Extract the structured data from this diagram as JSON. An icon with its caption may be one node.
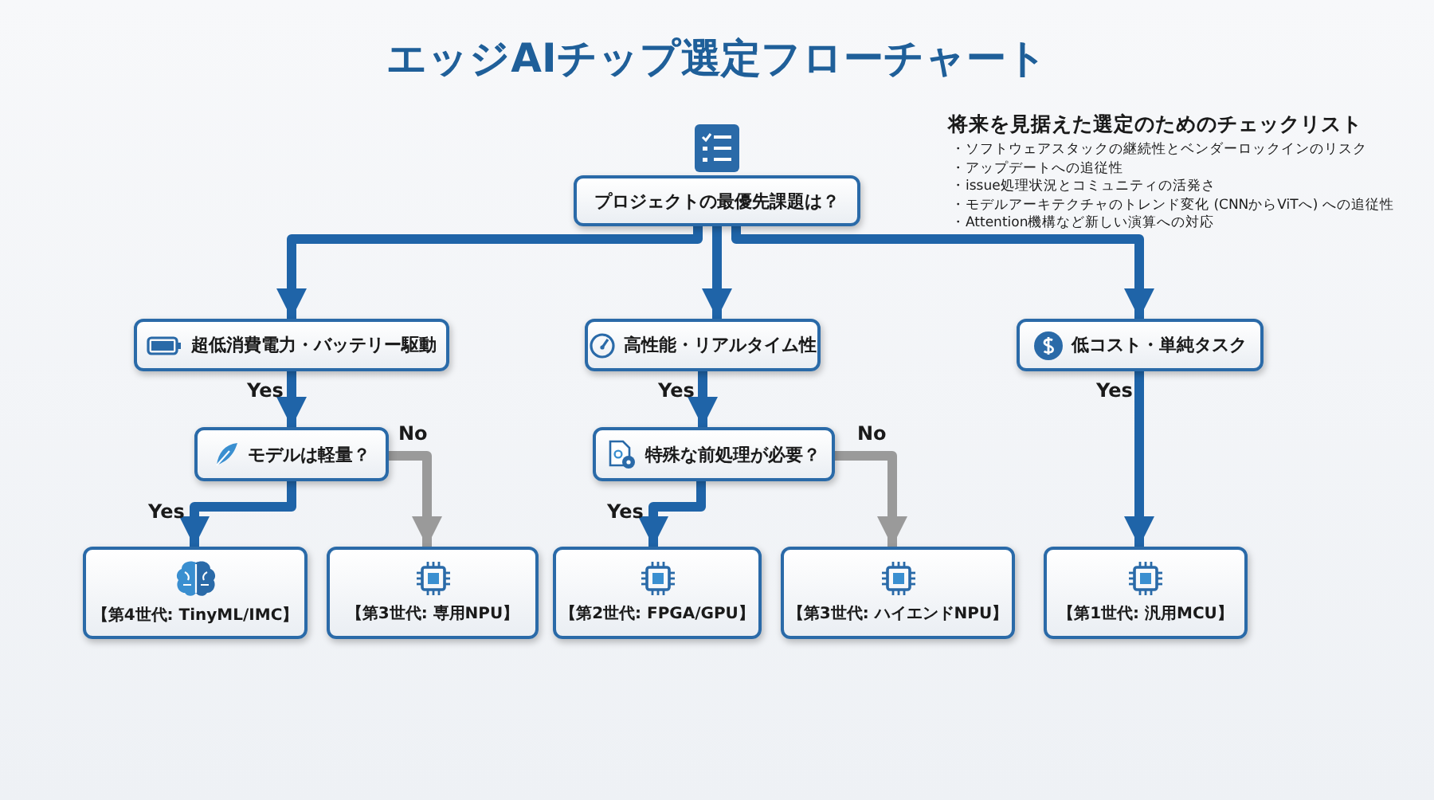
{
  "diagram": {
    "title": "エッジAIチップ選定フローチャート",
    "nodes": [
      {
        "text": [
          "プロジェクトの最優先課題は？"
        ]
      },
      {
        "text": [
          "超低消費電力・バッテリー駆動"
        ]
      },
      {
        "text": [
          "高性能・リアルタイム性"
        ]
      },
      {
        "text": [
          "低コスト・単純タスク"
        ]
      },
      {
        "text": [
          "モデルは軽量？"
        ]
      },
      {
        "text": [
          "特殊な前処理が必要？"
        ]
      },
      {
        "text": [
          "【第4世代: TinyML/IMC】"
        ]
      },
      {
        "text": [
          "【第3世代: 専用NPU】"
        ]
      },
      {
        "text": [
          "【第2世代: FPGA/GPU】"
        ]
      },
      {
        "text": [
          "【第3世代: ハイエンドNPU】"
        ]
      },
      {
        "text": [
          "【第1世代: 汎用MCU】"
        ]
      }
    ],
    "edges": [
      {
        "from": 0,
        "to": 1,
        "arrow": "to"
      },
      {
        "from": 0,
        "to": 2,
        "arrow": "to"
      },
      {
        "from": 0,
        "to": 3,
        "arrow": "to"
      },
      {
        "from": 1,
        "to": 4,
        "arrow": "to",
        "label": "Yes"
      },
      {
        "from": 2,
        "to": 5,
        "arrow": "to",
        "label": "Yes"
      },
      {
        "from": 3,
        "to": 10,
        "arrow": "to",
        "label": "Yes"
      },
      {
        "from": 4,
        "to": 6,
        "arrow": "to",
        "label": "Yes"
      },
      {
        "from": 4,
        "to": 7,
        "arrow": "to",
        "label": "No",
        "color": "#9a9a9a"
      },
      {
        "from": 5,
        "to": 8,
        "arrow": "to",
        "label": "Yes"
      },
      {
        "from": 5,
        "to": 9,
        "arrow": "to",
        "label": "No",
        "color": "#9a9a9a"
      }
    ],
    "labels": [
      "将来を見据えた選定のためのチェックリスト",
      "・ソフトウェアスタックの継続性とベンダーロックインのリスク",
      "・アップデートへの追従性",
      "・issue処理状況とコミュニティの活発さ",
      "・モデルアーキテクチャのトレンド変化 (CNNからViTへ) への追従性",
      "・Attention機構など新しい演算への対応"
    ]
  }
}
